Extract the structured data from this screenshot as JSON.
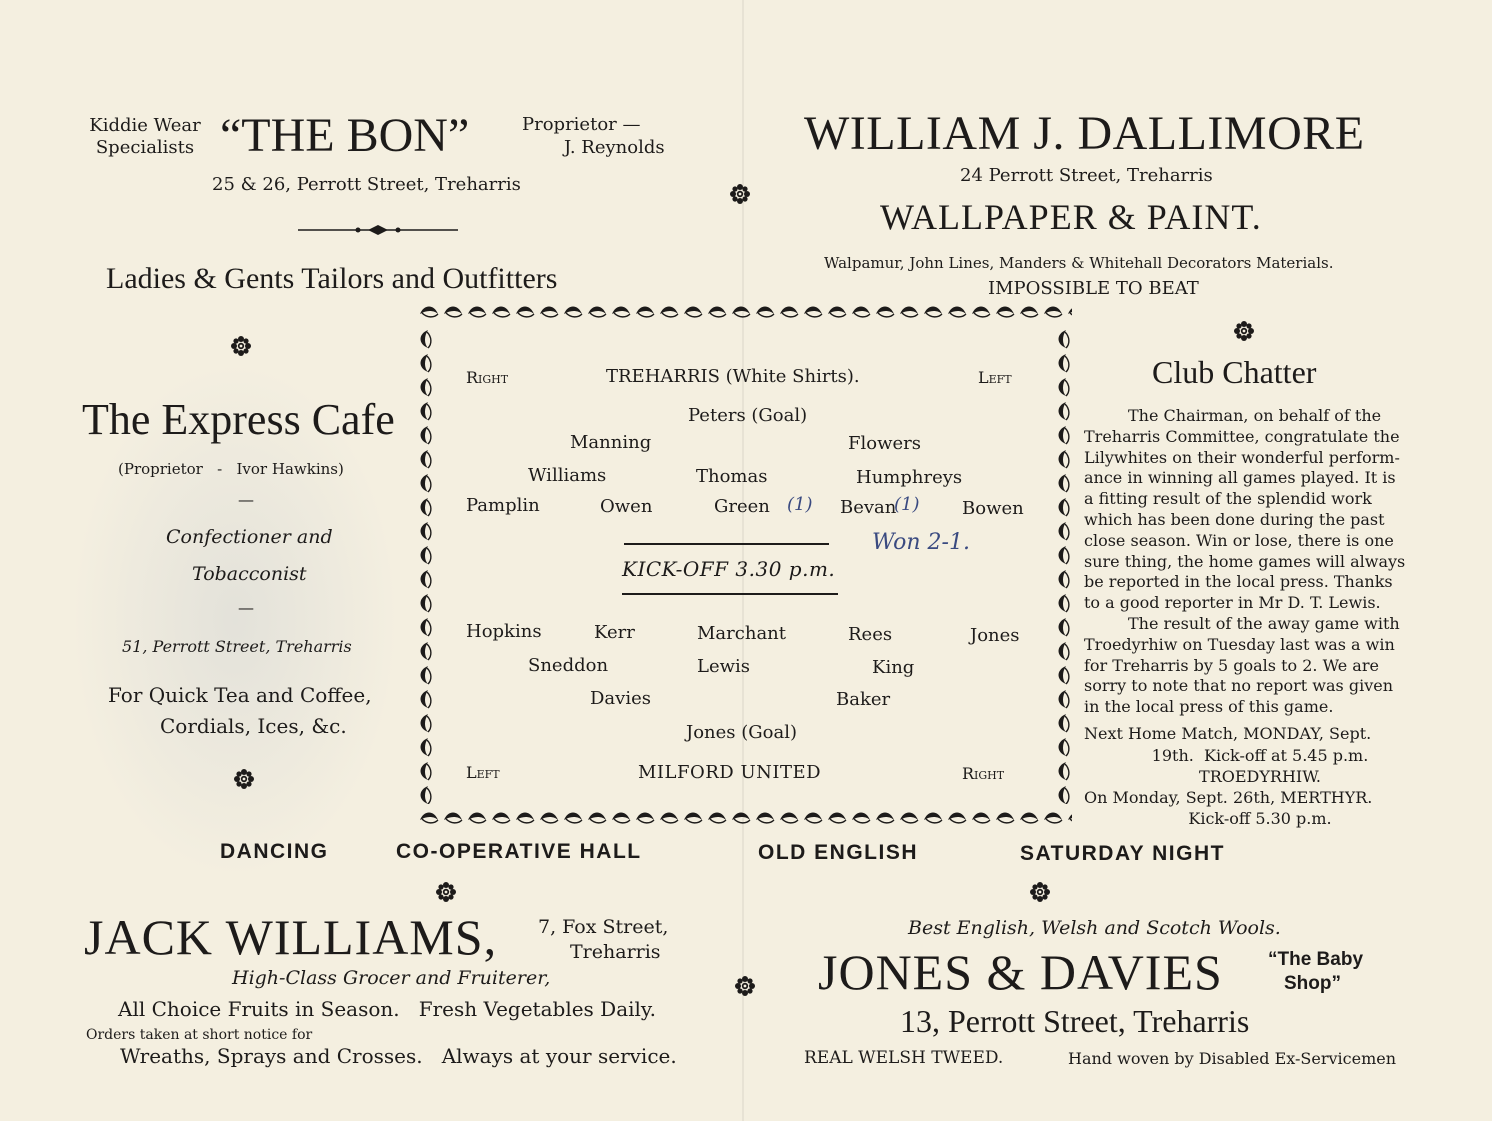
{
  "the_bon": {
    "tag_left_1": "Kiddie Wear",
    "tag_left_2": "Specialists",
    "name": "“THE BON”",
    "proprietor_1": "Proprietor —",
    "proprietor_2": "J. Reynolds",
    "address": "25 & 26, Perrott Street, Treharris",
    "tagline": "Ladies & Gents Tailors and Outfitters"
  },
  "dallimore": {
    "name": "WILLIAM J. DALLIMORE",
    "address": "24 Perrott Street, Treharris",
    "trade": "WALLPAPER & PAINT.",
    "materials": "Walpamur, John Lines, Manders & Whitehall Decorators Materials.",
    "slogan": "IMPOSSIBLE TO BEAT"
  },
  "express_cafe": {
    "name": "The Express Cafe",
    "proprietor": "(Proprietor   -   Ivor Hawkins)",
    "dash": "—",
    "trade_1": "Confectioner and",
    "trade_2": "Tobacconist",
    "address": "51, Perrott Street, Treharris",
    "offer_1": "For Quick Tea and Coffee,",
    "offer_2": "Cordials, Ices, &c."
  },
  "lineup": {
    "home_right": "Right",
    "home_team": "TREHARRIS (White Shirts).",
    "home_left": "Left",
    "home_goal": "Peters (Goal)",
    "home_backs": [
      "Manning",
      "Flowers"
    ],
    "home_halves": [
      "Williams",
      "Thomas",
      "Humphreys"
    ],
    "home_forwards": [
      "Pamplin",
      "Owen",
      "Green",
      "Bevan",
      "Bowen"
    ],
    "kickoff": "KICK-OFF 3.30 p.m.",
    "away_forwards": [
      "Hopkins",
      "Kerr",
      "Marchant",
      "Rees",
      "Jones"
    ],
    "away_halves": [
      "Sneddon",
      "Lewis",
      "King"
    ],
    "away_backs": [
      "Davies",
      "Baker"
    ],
    "away_goal": "Jones (Goal)",
    "away_left": "Left",
    "away_team": "MILFORD UNITED",
    "away_right": "Right",
    "handwritten_green": "(1)",
    "handwritten_bevan": "(1)",
    "handwritten_result": "Won 2-1."
  },
  "club_chatter": {
    "title": "Club Chatter",
    "para1": [
      "The Chairman, on behalf of the",
      "Treharris Committee, congratulate the",
      "Lilywhites on their wonderful perform-",
      "ance in winning all games played. It is",
      "a fitting result of the splendid work",
      "which has been done during the past",
      "close season. Win or lose, there is one",
      "sure thing, the home games will always",
      "be reported in the local press. Thanks",
      "to a good reporter in Mr D. T. Lewis."
    ],
    "para2": [
      "The result of the away game with",
      "Troedyrhiw on Tuesday last was a win",
      "for Treharris by 5 goals to 2. We are",
      "sorry to note that no report was given",
      "in the local press of this game."
    ],
    "next_1": "Next Home Match, MONDAY, Sept.",
    "next_2": "19th.  Kick-off at 5.45 p.m.",
    "next_3": "TROEDYRHIW.",
    "next_4": "On Monday, Sept. 26th, MERTHYR.",
    "next_5": "Kick-off 5.30 p.m."
  },
  "dancing": {
    "w1": "DANCING",
    "w2": "CO-OPERATIVE HALL",
    "w3": "OLD ENGLISH",
    "w4": "SATURDAY NIGHT"
  },
  "jack_williams": {
    "name": "JACK WILLIAMS,",
    "addr_1": "7, Fox Street,",
    "addr_2": "Treharris",
    "trade": "High-Class Grocer and Fruiterer,",
    "line1": "All Choice Fruits in Season.   Fresh Vegetables Daily.",
    "line2": "Orders taken at short notice for",
    "line3": "Wreaths, Sprays and Crosses.   Always at your service."
  },
  "jones_davies": {
    "wools": "Best English, Welsh and Scotch Wools.",
    "name": "JONES & DAVIES",
    "baby_1": "“The Baby",
    "baby_2": "Shop”",
    "address": "13, Perrott Street, Treharris",
    "tweed": "REAL WELSH TWEED.",
    "tweed_note": "Hand woven by Disabled Ex-Servicemen"
  }
}
